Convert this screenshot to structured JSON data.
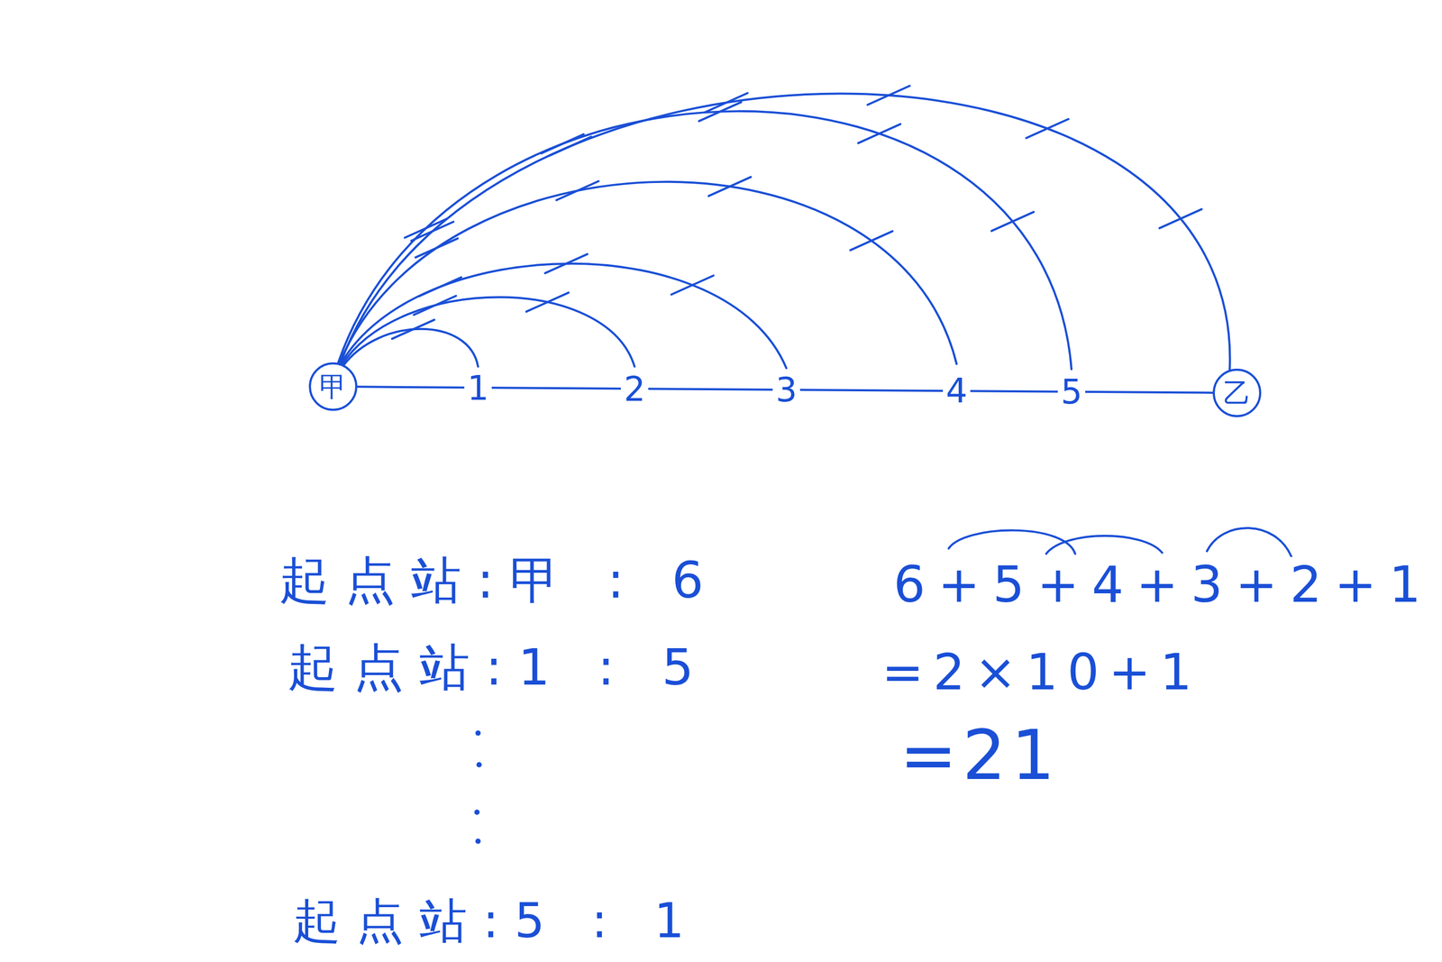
{
  "diagram": {
    "nodes": [
      {
        "text": [
          "甲"
        ]
      },
      {
        "text": [
          "乙"
        ]
      }
    ],
    "edges": [
      {
        "from": 0,
        "to": 1,
        "arrow": "none"
      },
      {
        "from": 0,
        "to": 1,
        "arrow": "none"
      }
    ],
    "labels": [
      "1",
      "2",
      "3",
      "4",
      "5",
      "起点站:甲 : 6",
      "起点站:1 : 5",
      "起点站:5 : 1",
      "6+5+4+3+2+1",
      "=2×10+1",
      "=21"
    ]
  }
}
